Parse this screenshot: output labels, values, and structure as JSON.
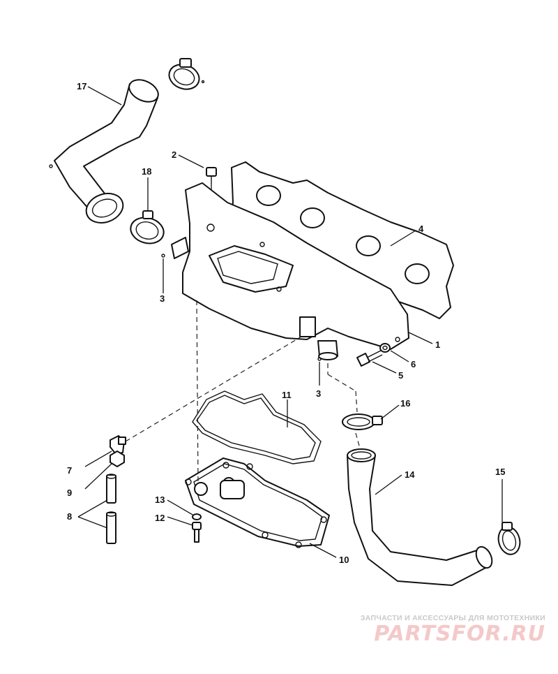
{
  "diagram": {
    "callouts": [
      "17",
      "2",
      "18",
      "4",
      "3",
      "1",
      "6",
      "5",
      "3",
      "11",
      "16",
      "7",
      "9",
      "14",
      "15",
      "13",
      "8",
      "12",
      "10"
    ]
  },
  "watermark": {
    "tagline": "ЗАПЧАСТИ И АКСЕССУАРЫ ДЛЯ МОТОТЕХНИКИ",
    "brand": "PARTSFOR.RU"
  }
}
